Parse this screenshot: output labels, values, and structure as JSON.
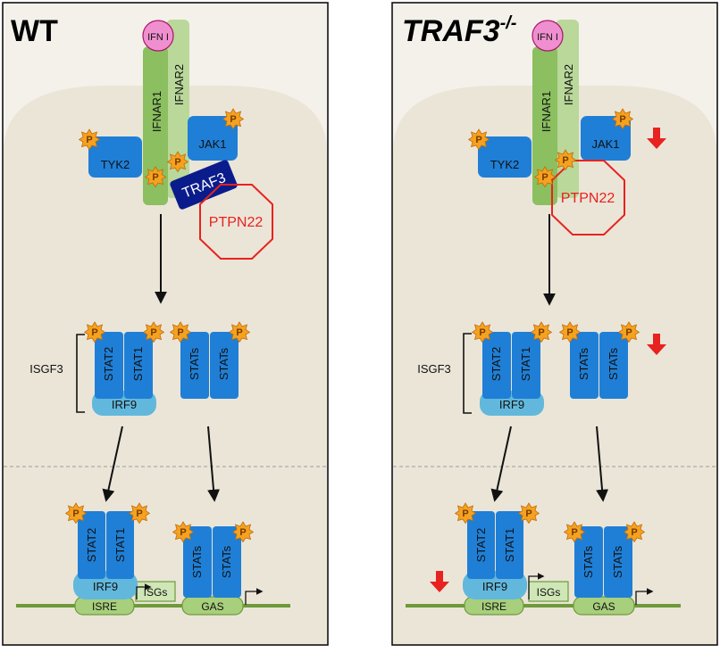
{
  "colors": {
    "panel_bg": "#f4f1ea",
    "cell_bg": "#ebe5d8",
    "receptor1": "#8bbf5f",
    "receptor2": "#b9d89a",
    "kinase": "#1f7fd6",
    "traf3": "#0a1c8c",
    "irf9": "#62b8dc",
    "ifn": "#f08fd0",
    "phospho": "#f4a21f",
    "ptpn22": "#e8221e",
    "dna": "#6e9a3a",
    "down_arrow": "#e8221e"
  },
  "panels": [
    {
      "title_main": "WT",
      "title_sup": "",
      "labels": {
        "ifn": "IFN I",
        "ifnar1": "IFNAR1",
        "ifnar2": "IFNAR2",
        "tyk2": "TYK2",
        "jak1": "JAK1",
        "traf3": "TRAF3",
        "ptpn22": "PTPN22",
        "isgf3": "ISGF3",
        "stat2": "STAT2",
        "stat1": "STAT1",
        "irf9": "IRF9",
        "stats_a": "STATs",
        "stats_b": "STATs",
        "stat2_n": "STAT2",
        "stat1_n": "STAT1",
        "irf9_n": "IRF9",
        "stats_na": "STATs",
        "stats_nb": "STATs",
        "isre": "ISRE",
        "isgs": "ISGs",
        "gas": "GAS",
        "p": "P"
      }
    },
    {
      "title_main": "TRAF3",
      "title_sup": "-/-",
      "labels": {
        "ifn": "IFN I",
        "ifnar1": "IFNAR1",
        "ifnar2": "IFNAR2",
        "tyk2": "TYK2",
        "jak1": "JAK1",
        "ptpn22": "PTPN22",
        "isgf3": "ISGF3",
        "stat2": "STAT2",
        "stat1": "STAT1",
        "irf9": "IRF9",
        "stats_a": "STATs",
        "stats_b": "STATs",
        "stat2_n": "STAT2",
        "stat1_n": "STAT1",
        "irf9_n": "IRF9",
        "stats_na": "STATs",
        "stats_nb": "STATs",
        "isre": "ISRE",
        "isgs": "ISGs",
        "gas": "GAS",
        "p": "P"
      }
    }
  ]
}
